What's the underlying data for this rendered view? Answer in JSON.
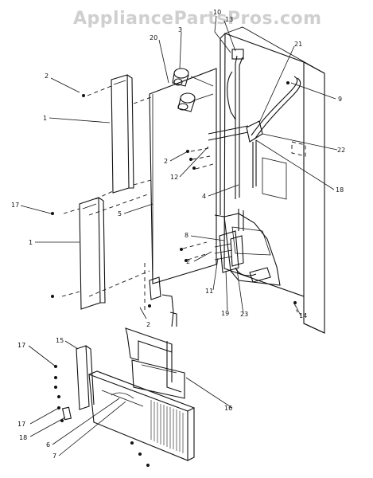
{
  "watermark": "AppliancePartsPros.com",
  "callouts": [
    {
      "id": "c-2a",
      "text": "2"
    },
    {
      "id": "c-1a",
      "text": "1"
    },
    {
      "id": "c-17a",
      "text": "17"
    },
    {
      "id": "c-1b",
      "text": "1"
    },
    {
      "id": "c-20",
      "text": "20"
    },
    {
      "id": "c-3",
      "text": "3"
    },
    {
      "id": "c-10",
      "text": "10"
    },
    {
      "id": "c-13",
      "text": "13"
    },
    {
      "id": "c-21",
      "text": "21"
    },
    {
      "id": "c-9",
      "text": "9"
    },
    {
      "id": "c-22",
      "text": "22"
    },
    {
      "id": "c-2b",
      "text": "2"
    },
    {
      "id": "c-12",
      "text": "12"
    },
    {
      "id": "c-18a",
      "text": "18"
    },
    {
      "id": "c-4",
      "text": "4"
    },
    {
      "id": "c-5",
      "text": "5"
    },
    {
      "id": "c-8",
      "text": "8"
    },
    {
      "id": "c-2c",
      "text": "2"
    },
    {
      "id": "c-11",
      "text": "11"
    },
    {
      "id": "c-19",
      "text": "19"
    },
    {
      "id": "c-23",
      "text": "23"
    },
    {
      "id": "c-14",
      "text": "14"
    },
    {
      "id": "c-2d",
      "text": "2"
    },
    {
      "id": "c-15",
      "text": "15"
    },
    {
      "id": "c-17b",
      "text": "17"
    },
    {
      "id": "c-16",
      "text": "16"
    },
    {
      "id": "c-17c",
      "text": "17"
    },
    {
      "id": "c-18b",
      "text": "18"
    },
    {
      "id": "c-6",
      "text": "6"
    },
    {
      "id": "c-7",
      "text": "7"
    }
  ]
}
